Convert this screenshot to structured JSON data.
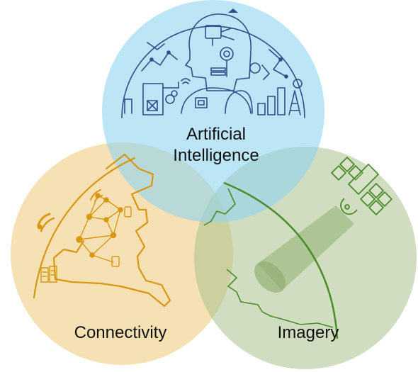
{
  "labels": {
    "ai_line1": "Artificial",
    "ai_line2": "Intelligence",
    "connectivity": "Connectivity",
    "imagery": "Imagery"
  },
  "colors": {
    "ai_circle": "#8fd3ee",
    "connectivity_circle": "#ecc976",
    "imagery_circle": "#a9c18d",
    "ai_stroke": "#2d4f8a",
    "connectivity_stroke": "#d9960f",
    "imagery_stroke": "#4a8c2a"
  },
  "icons": [
    "robot-head-icon",
    "satellite-icon",
    "wifi-icon",
    "network-graph-icon",
    "server-icon",
    "phone-icon",
    "city-skyline-icon"
  ]
}
